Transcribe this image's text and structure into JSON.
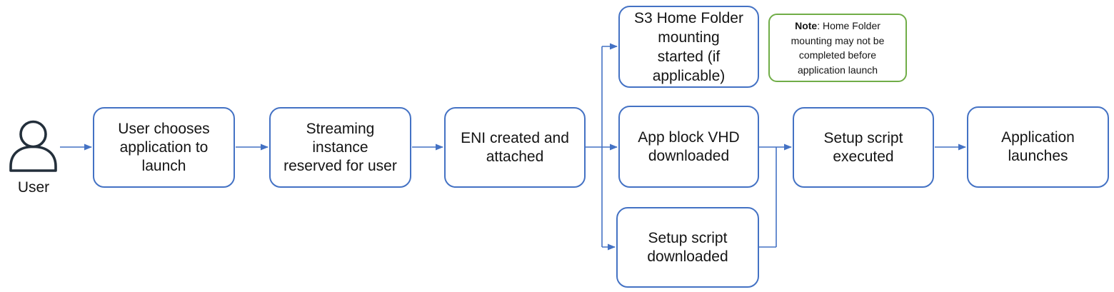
{
  "diagram": {
    "colors": {
      "node_border_blue": "#4472C4",
      "note_border_green": "#70AD47",
      "connector_blue": "#4472C4",
      "icon_dark": "#232F3B",
      "text": "#141414",
      "background": "#FFFFFF"
    },
    "actor": {
      "icon": "person-icon",
      "label": "User"
    },
    "nodes": [
      {
        "id": "user-chooses-application",
        "label": "User chooses\napplication to\nlaunch"
      },
      {
        "id": "streaming-instance-reserved",
        "label": "Streaming\ninstance\nreserved for user"
      },
      {
        "id": "eni-created-attached",
        "label": "ENI created and\nattached"
      },
      {
        "id": "s3-home-folder-mounting",
        "label": "S3 Home Folder\nmounting\nstarted (if\napplicable)"
      },
      {
        "id": "app-block-vhd-downloaded",
        "label": "App block VHD\ndownloaded"
      },
      {
        "id": "setup-script-downloaded",
        "label": "Setup script\ndownloaded"
      },
      {
        "id": "setup-script-executed",
        "label": "Setup script\nexecuted"
      },
      {
        "id": "application-launches",
        "label": "Application\nlaunches"
      }
    ],
    "note": {
      "bold_label": "Note",
      "text": ": Home Folder\nmounting may not be\ncompleted before\napplication launch"
    }
  }
}
